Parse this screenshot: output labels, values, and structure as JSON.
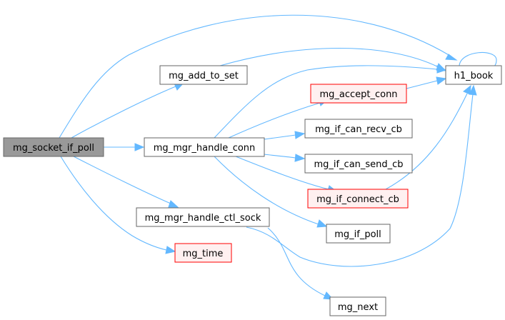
{
  "graph": {
    "colors": {
      "edge": "#63b8ff",
      "node_fill_default": "#ffffff",
      "node_stroke_default": "#666666",
      "node_fill_root": "#999999",
      "node_fill_undocumented": "#fff0f0",
      "node_stroke_undocumented": "#ff0000"
    },
    "nodes": {
      "mg_socket_if_poll": {
        "label": "mg_socket_if_poll",
        "style": "root"
      },
      "mg_add_to_set": {
        "label": "mg_add_to_set",
        "style": "default"
      },
      "h1_book": {
        "label": "h1_book",
        "style": "default"
      },
      "mg_mgr_handle_conn": {
        "label": "mg_mgr_handle_conn",
        "style": "default"
      },
      "mg_accept_conn": {
        "label": "mg_accept_conn",
        "style": "undocumented"
      },
      "mg_if_can_recv_cb": {
        "label": "mg_if_can_recv_cb",
        "style": "default"
      },
      "mg_if_can_send_cb": {
        "label": "mg_if_can_send_cb",
        "style": "default"
      },
      "mg_if_connect_cb": {
        "label": "mg_if_connect_cb",
        "style": "undocumented"
      },
      "mg_if_poll": {
        "label": "mg_if_poll",
        "style": "default"
      },
      "mg_mgr_handle_ctl_sock": {
        "label": "mg_mgr_handle_ctl_sock",
        "style": "default"
      },
      "mg_time": {
        "label": "mg_time",
        "style": "undocumented"
      },
      "mg_next": {
        "label": "mg_next",
        "style": "default"
      }
    },
    "edges": [
      {
        "from": "mg_socket_if_poll",
        "to": "mg_add_to_set"
      },
      {
        "from": "mg_socket_if_poll",
        "to": "h1_book"
      },
      {
        "from": "mg_socket_if_poll",
        "to": "mg_mgr_handle_conn"
      },
      {
        "from": "mg_socket_if_poll",
        "to": "mg_mgr_handle_ctl_sock"
      },
      {
        "from": "mg_socket_if_poll",
        "to": "mg_time"
      },
      {
        "from": "mg_add_to_set",
        "to": "h1_book"
      },
      {
        "from": "h1_book",
        "to": "h1_book"
      },
      {
        "from": "mg_mgr_handle_conn",
        "to": "h1_book"
      },
      {
        "from": "mg_mgr_handle_conn",
        "to": "mg_accept_conn"
      },
      {
        "from": "mg_mgr_handle_conn",
        "to": "mg_if_can_recv_cb"
      },
      {
        "from": "mg_mgr_handle_conn",
        "to": "mg_if_can_send_cb"
      },
      {
        "from": "mg_mgr_handle_conn",
        "to": "mg_if_connect_cb"
      },
      {
        "from": "mg_mgr_handle_conn",
        "to": "mg_if_poll"
      },
      {
        "from": "mg_accept_conn",
        "to": "h1_book"
      },
      {
        "from": "mg_if_connect_cb",
        "to": "h1_book"
      },
      {
        "from": "mg_mgr_handle_ctl_sock",
        "to": "h1_book"
      },
      {
        "from": "mg_mgr_handle_ctl_sock",
        "to": "mg_next"
      }
    ]
  }
}
